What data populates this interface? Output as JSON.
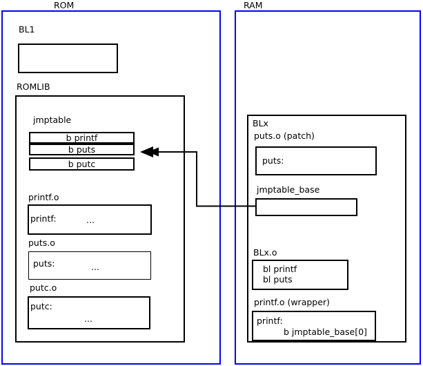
{
  "diagram": {
    "title_left": "ROM",
    "title_right": "RAM",
    "rom": {
      "label": "ROM",
      "bl1": {
        "label": "BL1",
        "body": ""
      },
      "romlib": {
        "label": "ROMLIB",
        "jmptable": {
          "label": "jmptable",
          "entries": [
            "b printf",
            "b puts",
            "b putc"
          ]
        },
        "objects": [
          {
            "label": "printf.o",
            "symbol": "printf:",
            "body": "..."
          },
          {
            "label": "puts.o",
            "symbol": "puts:",
            "body": "..."
          },
          {
            "label": "putc.o",
            "symbol": "putc:",
            "body": "..."
          }
        ]
      }
    },
    "ram": {
      "label": "RAM",
      "blx": {
        "label": "BLx",
        "patch": {
          "label": "puts.o (patch)",
          "symbol": "puts:"
        },
        "jmptable_base": {
          "label": "jmptable_base",
          "body": ""
        },
        "blx_o": {
          "label": "BLx.o",
          "line1": "bl printf",
          "line2": "bl puts"
        },
        "wrapper": {
          "label": "printf.o (wrapper)",
          "symbol": "printf:",
          "instruction": "b jmptable_base[0]"
        }
      }
    },
    "connector": {
      "name": "jmptable-base-to-jmptable-puts-arrow",
      "from": "jmptable_base",
      "to": "b puts"
    },
    "colors": {
      "region_border": "#0000ff",
      "block_border": "#000000",
      "text": "#000000",
      "background": "#ffffff"
    }
  }
}
